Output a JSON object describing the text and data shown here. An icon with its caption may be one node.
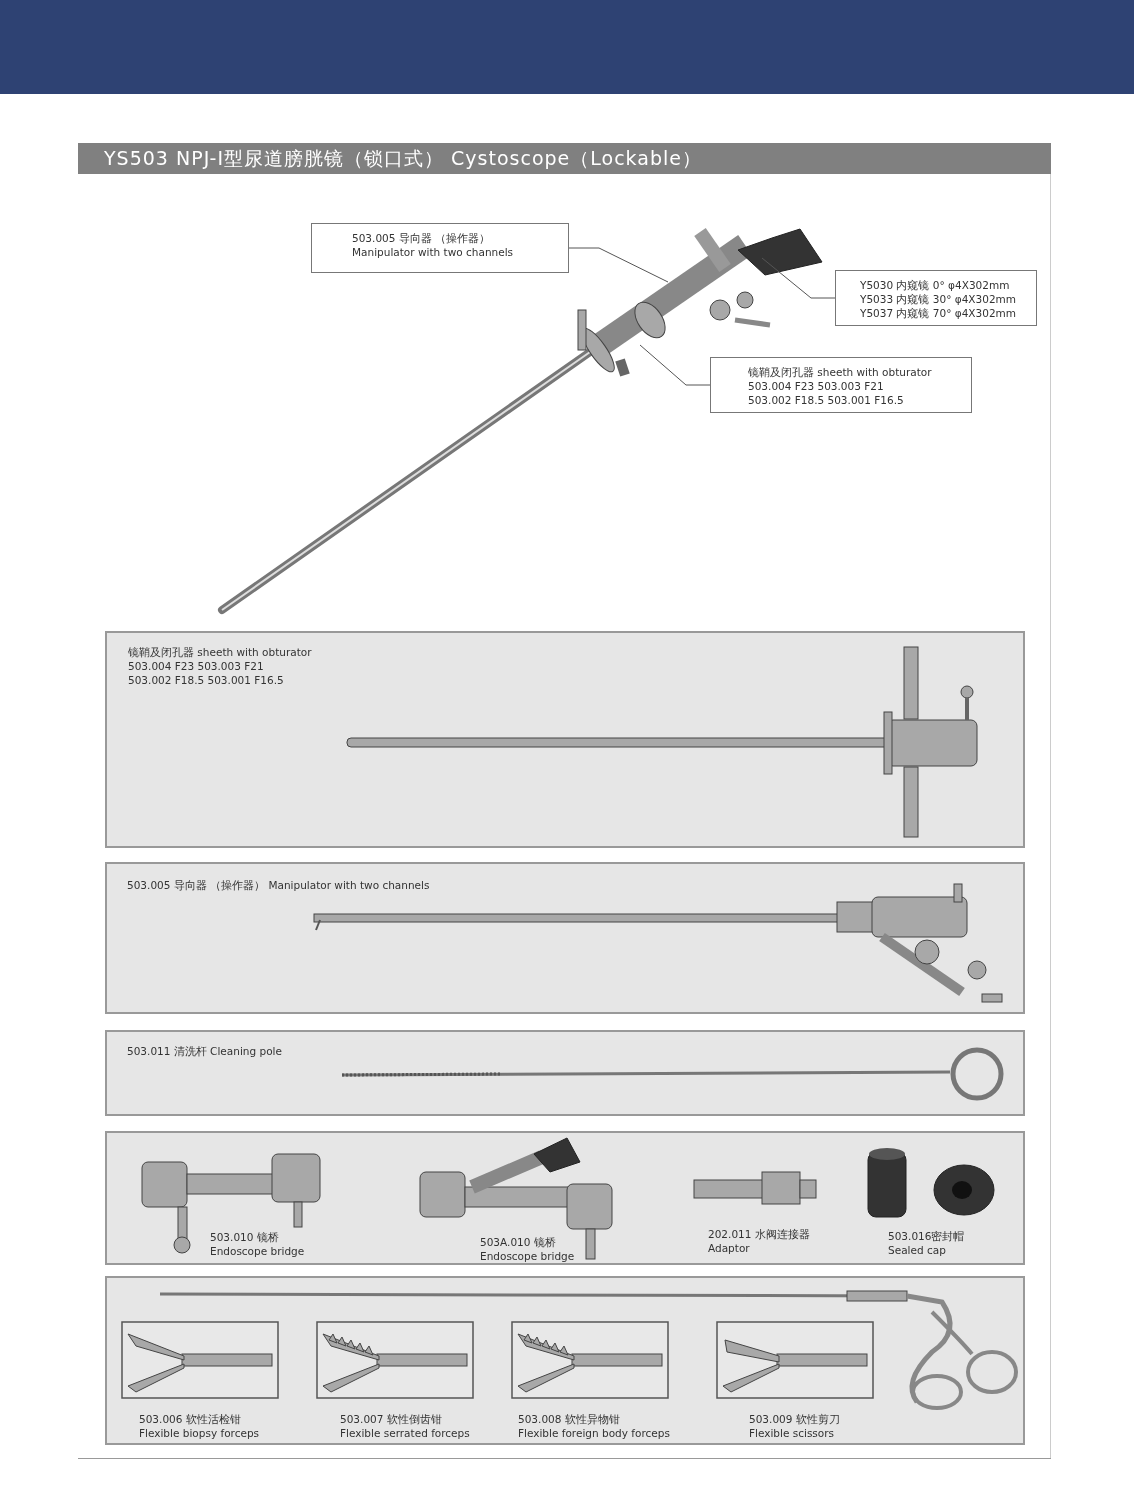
{
  "diagram": {
    "title": "YS503 NPJ-Ⅰ型尿道膀胱镜（锁口式） Cystoscope（Lockable）",
    "nodes": [
      {
        "text": [
          "503.005 导向器 （操作器）",
          "Manipulator with two channels"
        ]
      },
      {
        "text": [
          "Y5030 内窥镜 0° φ4X302mm",
          "Y5033 内窥镜 30° φ4X302mm",
          "Y5037 内窥镜 70° φ4X302mm"
        ]
      },
      {
        "text": [
          "镜鞘及闭孔器 sheeth with obturator",
          "503.004 F23 503.003 F21",
          "503.002 F18.5 503.001 F16.5"
        ]
      },
      {
        "text": [],
        "shape": "picture"
      },
      {
        "text": [
          "镜鞘及闭孔器 sheeth with obturator",
          "503.004 F23 503.003 F21",
          "503.002 F18.5 503.001 F16.5"
        ]
      },
      {
        "text": [
          "503.005 导向器 （操作器） Manipulator with two channels"
        ]
      },
      {
        "text": [
          "503.011 清洗杆 Cleaning pole"
        ]
      },
      {
        "text": [],
        "shape": "box"
      },
      {
        "text": [
          "503.010 镜桥",
          "Endoscope bridge"
        ],
        "in": 7
      },
      {
        "text": [
          "503A.010 镜桥",
          "Endoscope bridge"
        ],
        "in": 7
      },
      {
        "text": [
          "202.011 水阀连接器",
          "Adaptor"
        ],
        "in": 7
      },
      {
        "text": [
          "503.016密封帽",
          "Sealed cap"
        ],
        "in": 7
      },
      {
        "text": [],
        "shape": "box"
      },
      {
        "text": [
          "503.006 软性活检钳",
          "Flexible biopsy forceps"
        ],
        "in": 12
      },
      {
        "text": [
          "503.007 软性倒齿钳",
          "Flexible serrated forceps"
        ],
        "in": 12
      },
      {
        "text": [
          "503.008 软性异物钳",
          "Flexible foreign body forceps"
        ],
        "in": 12
      },
      {
        "text": [
          "503.009 软性剪刀",
          "Flexible scissors"
        ],
        "in": 12
      }
    ],
    "edges": [
      {
        "from": 0,
        "to": 3,
        "arrow": "none"
      },
      {
        "from": 1,
        "to": 3,
        "arrow": "none"
      },
      {
        "from": 2,
        "to": 3,
        "arrow": "none"
      }
    ]
  }
}
